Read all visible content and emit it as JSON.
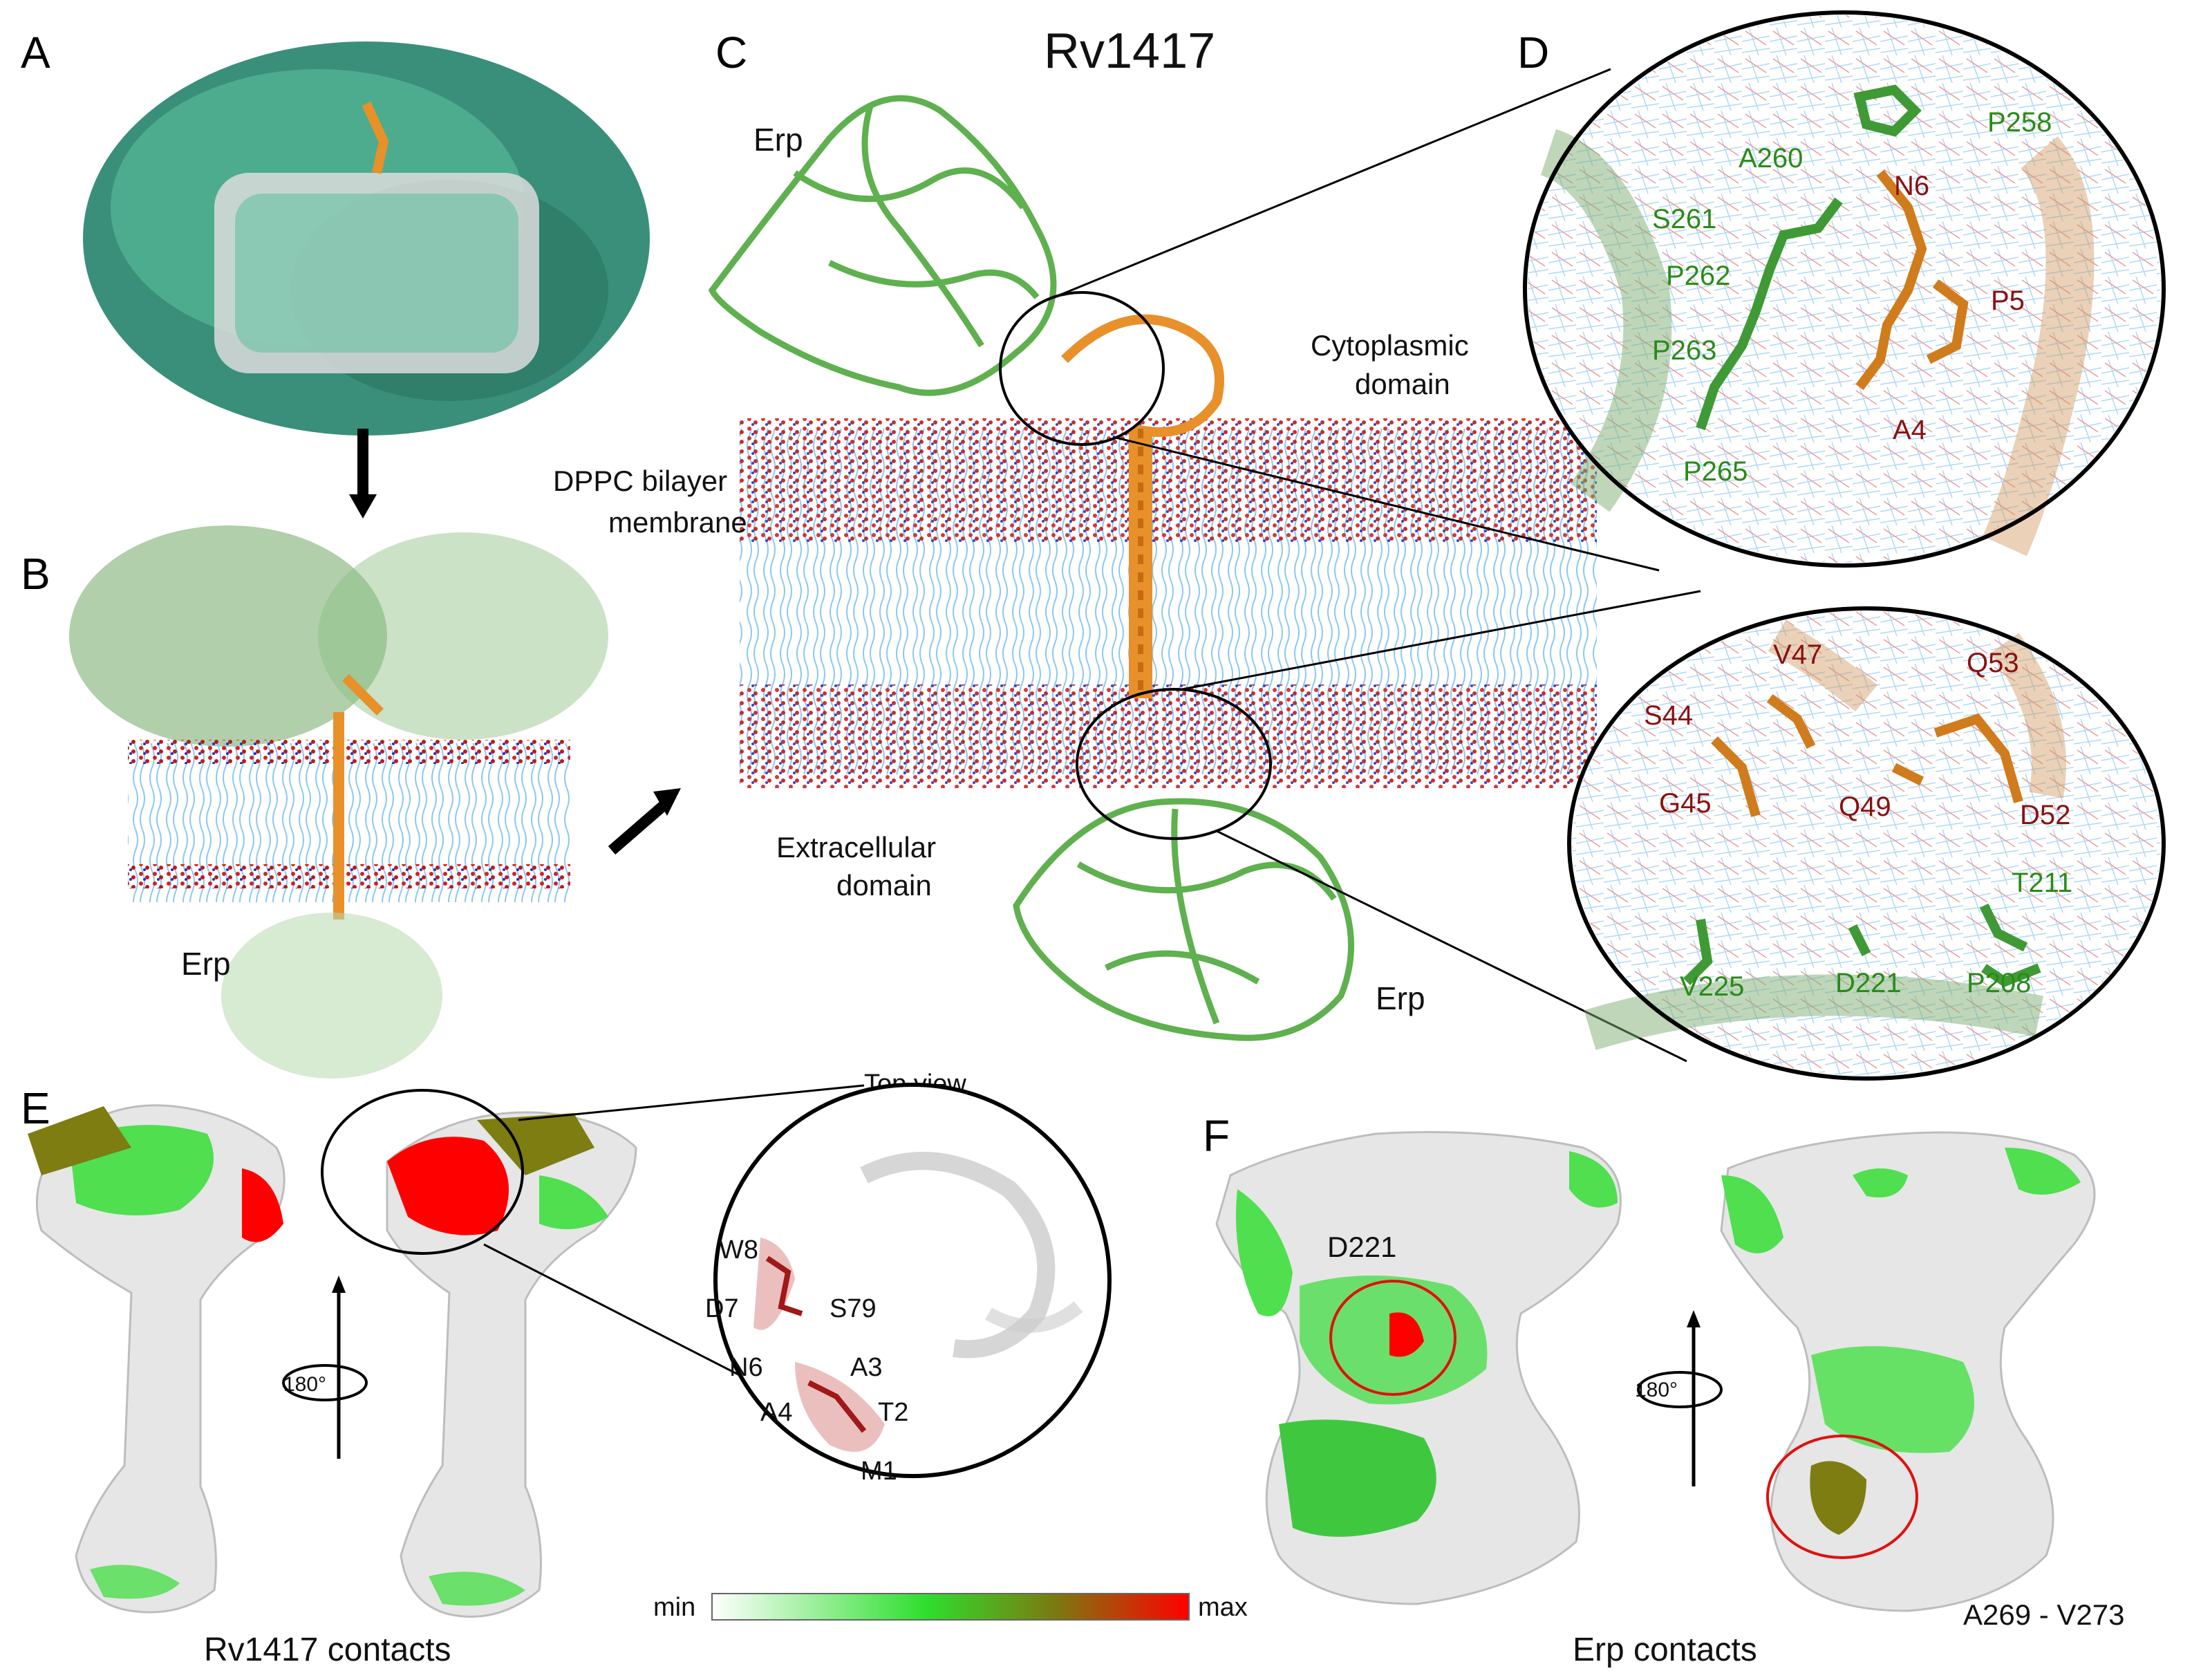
{
  "panels": {
    "a": "A",
    "b": "B",
    "c": "C",
    "d": "D",
    "e": "E",
    "f": "F"
  },
  "panel_b": {
    "erp_label": "Erp"
  },
  "panel_c": {
    "title": "Rv1417",
    "erp_top": "Erp",
    "erp_bottom": "Erp",
    "cytoplasmic_line1": "Cytoplasmic",
    "cytoplasmic_line2": "domain",
    "membrane_line1": "DPPC bilayer",
    "membrane_line2": "membrane",
    "extracellular_line1": "Extracellular",
    "extracellular_line2": "domain"
  },
  "panel_d_top": {
    "green_residues": [
      "P258",
      "A260",
      "S261",
      "P262",
      "P263",
      "P265"
    ],
    "red_residues": [
      "N6",
      "P5",
      "A4"
    ]
  },
  "panel_d_bottom": {
    "red_residues": [
      "V47",
      "Q53",
      "S44",
      "G45",
      "Q49",
      "D52"
    ],
    "green_residues": [
      "T211",
      "V225",
      "D221",
      "P208"
    ]
  },
  "panel_e": {
    "top_view": "Top view",
    "residues": [
      "W8",
      "D7",
      "S79",
      "N6",
      "A3",
      "A4",
      "T2",
      "M1"
    ],
    "rotation": "180°",
    "caption": "Rv1417 contacts"
  },
  "colorbar": {
    "min": "min",
    "max": "max"
  },
  "panel_f": {
    "residue": "D221",
    "rotation": "180°",
    "range": "A269 - V273",
    "caption": "Erp contacts"
  },
  "colors": {
    "erp_green": "#6bbf59",
    "rv1417_orange": "#e8902a",
    "lipid_blue": "#8cc8f0",
    "contact_max": "#ff0000",
    "contact_mid": "#22cc22"
  }
}
